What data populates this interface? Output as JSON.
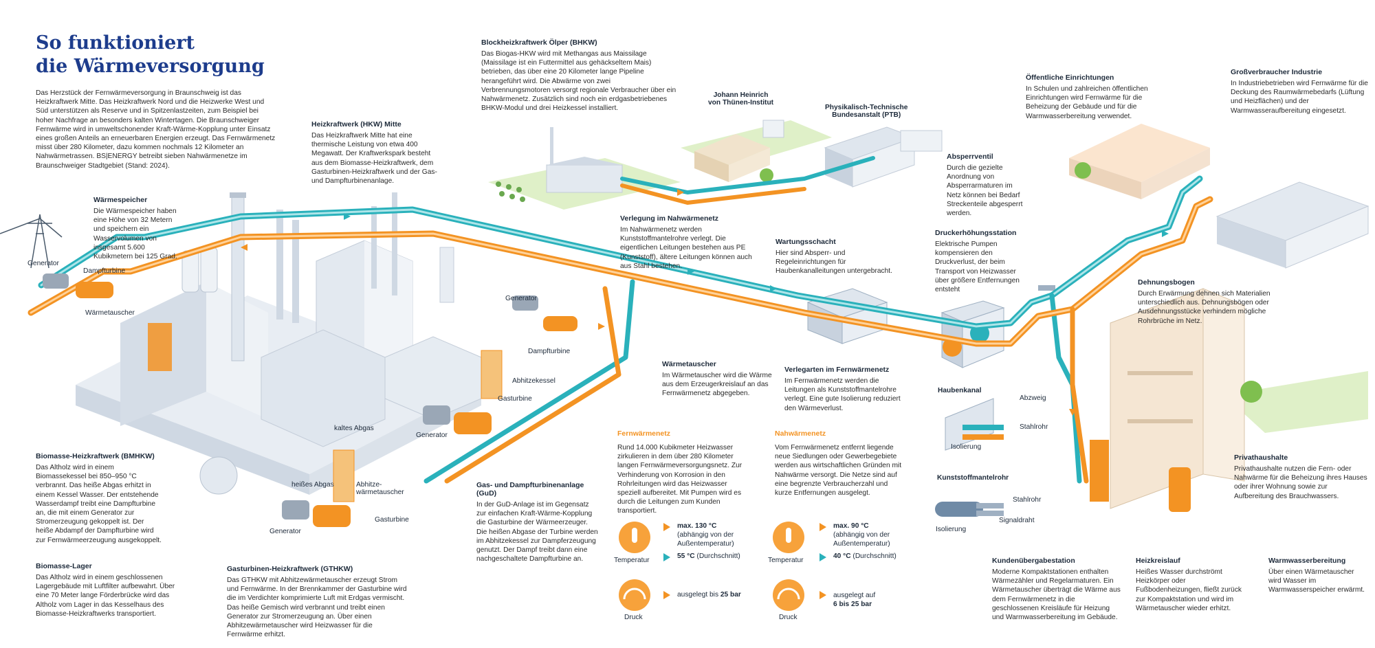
{
  "title": {
    "line1": "So funktioniert",
    "line2": "die Wärmeversorgung"
  },
  "intro": "Das Herzstück der Fernwärmeversorgung in Braunschweig ist das Heizkraftwerk Mitte. Das Heizkraftwerk Nord und die Heizwerke West und Süd unterstützen als Reserve und in Spitzenlastzeiten, zum Beispiel bei hoher Nachfrage an besonders kalten Wintertagen. Die Braunschweiger Fernwärme wird in umweltschonender Kraft-Wärme-Kopplung unter Einsatz eines großen Anteils an erneuerbaren Energien erzeugt. Das Fernwärmenetz misst über 280 Kilometer, dazu kommen nochmals 12 Kilometer an Nahwärmetrassen. BS|ENERGY betreibt sieben Nahwärmenetze im Braunschweiger Stadtgebiet (Stand: 2024).",
  "blocks": {
    "bhkw": {
      "title": "Blockheizkraftwerk Ölper (BHKW)",
      "text": "Das Biogas-HKW wird mit Methangas aus Maissilage (Maissilage ist ein Futtermittel aus gehäckseltem Mais) betrieben, das über eine 20 Kilometer lange Pipeline herangeführt wird. Die Abwärme von zwei Verbrennungsmotoren versorgt regionale Verbraucher über ein Nahwärmenetz. Zusätzlich sind noch ein erdgasbetriebenes BHKW-Modul und drei Heizkessel installiert."
    },
    "hkw": {
      "title": "Heizkraftwerk (HKW) Mitte",
      "text": "Das Heizkraftwerk Mitte hat eine thermische Leistung von etwa 400 Megawatt. Der Kraftwerkspark besteht aus dem Biomasse-Heizkraftwerk, dem Gasturbinen-Heizkraftwerk und der Gas- und Dampfturbinenanlage."
    },
    "waermespeicher": {
      "title": "Wärmespeicher",
      "text": "Die Wärmespeicher haben eine Höhe von 32 Metern und speichern ein Wasservolumen von insgesamt 5.600 Kubikmetern bei 125 Grad."
    },
    "oeffentlich": {
      "title": "Öffentliche Einrichtungen",
      "text": "In Schulen und zahlreichen öffentlichen Einrichtungen wird Fernwärme für die Beheizung der Gebäude und für die Warmwasserbereitung verwendet."
    },
    "industrie": {
      "title": "Großverbraucher Industrie",
      "text": "In Industriebetrieben wird Fernwärme für die Deckung des Raumwärmebedarfs (Lüftung und Heizflächen) und der Warmwasseraufbereitung eingesetzt."
    },
    "absperrventil": {
      "title": "Absperrventil",
      "text": "Durch die gezielte Anordnung von Absperrarmaturen im Netz können bei Bedarf Streckenteile abgesperrt werden."
    },
    "druckerhoehung": {
      "title": "Druckerhöhungsstation",
      "text": "Elektrische Pumpen kompensieren den Druckverlust, der beim Transport von Heizwasser über größere Entfernungen entsteht"
    },
    "dehnungsbogen": {
      "title": "Dehnungsbogen",
      "text": "Durch Erwärmung dehnen sich Materialien unterschiedlich aus. Dehnungsbögen oder Ausdehnungsstücke verhindern mögliche Rohrbrüche im Netz."
    },
    "verlegung_nah": {
      "title": "Verlegung im Nahwärmenetz",
      "text": "Im Nahwärmenetz werden Kunststoffmantelrohre verlegt. Die eigentlichen Leitungen bestehen aus PE (Kunststoff), ältere Leitungen können auch aus Stahl bestehen."
    },
    "wartungsschacht": {
      "title": "Wartungsschacht",
      "text": "Hier sind Absperr- und Regeleinrichtungen für Haubenkanalleitungen untergebracht."
    },
    "waermetauscher": {
      "title": "Wärmetauscher",
      "text": "Im Wärmetauscher wird die Wärme aus dem Erzeugerkreislauf an das Fernwärmenetz abgegeben."
    },
    "verlegarten": {
      "title": "Verlegarten im Fernwärmenetz",
      "text": "Im Fernwärmenetz werden die Leitungen als Kunststoffmantelrohre verlegt. Eine gute Isolierung reduziert den Wärmeverlust."
    },
    "bmhkw": {
      "title": "Biomasse-Heizkraftwerk (BMHKW)",
      "text": "Das Altholz wird in einem Biomassekessel bei 850–950 °C verbrannt. Das heiße Abgas erhitzt in einem Kessel Wasser. Der entstehende Wasserdampf treibt eine Dampfturbine an, die mit einem Generator zur Stromerzeugung gekoppelt ist. Der heiße Abdampf der Dampfturbine wird zur Fernwärmeerzeugung ausgekoppelt."
    },
    "biomasse_lager": {
      "title": "Biomasse-Lager",
      "text": "Das Altholz wird in einem geschlossenen Lagergebäude mit Luftfilter aufbewahrt. Über eine 70 Meter lange Förderbrücke wird das Altholz vom Lager in das Kesselhaus des Biomasse-Heizkraftwerks transportiert."
    },
    "gthkw": {
      "title": "Gasturbinen-Heizkraftwerk (GTHKW)",
      "text": "Das GTHKW mit Abhitzewärmetauscher erzeugt Strom und Fernwärme. In der Brennkammer der Gasturbine wird die im Verdichter komprimierte Luft mit Erdgas vermischt. Das heiße Gemisch wird verbrannt und treibt einen Generator zur Stromerzeugung an. Über einen Abhitzewärmetauscher wird Heizwasser für die Fernwärme erhitzt."
    },
    "gud": {
      "title": "Gas- und Dampfturbinenanlage (GuD)",
      "text": "In der GuD-Anlage ist im Gegensatz zur einfachen Kraft-Wärme-Kopplung die Gasturbine der Wärmeerzeuger. Die heißen Abgase der Turbine werden im Abhitzekessel zur Dampferzeugung genutzt. Der Dampf treibt dann eine nachgeschaltete Dampfturbine an."
    },
    "privathaushalte": {
      "title": "Privathaushalte",
      "text": "Privathaushalte nutzen die Fern- oder Nahwärme für die Beheizung ihres Hauses oder ihrer Wohnung sowie zur Aufbereitung des Brauchwassers."
    },
    "kundenuebergabe": {
      "title": "Kundenübergabestation",
      "text": "Moderne Kompaktstationen enthalten Wärmezähler und Regelarmaturen. Ein Wärmetauscher überträgt die Wärme aus dem Fernwärmenetz in die geschlossenen Kreisläufe für Heizung und Warmwasserbereitung im Gebäude."
    },
    "heizkreislauf": {
      "title": "Heizkreislauf",
      "text": "Heißes Wasser durchströmt Heizkörper oder Fußbodenheizungen, fließt zurück zur Kompaktstation und wird im Wärmetauscher wieder erhitzt."
    },
    "warmwasser": {
      "title": "Warmwasserbereitung",
      "text": "Über einen Wärmetauscher wird Wasser im Warmwasserspeicher erwärmt."
    }
  },
  "fernwaerme": {
    "title": "Fernwärmenetz",
    "text": "Rund 14.000 Kubikmeter Heizwasser zirkulieren in dem über 280 Kilometer langen Fernwärmeversorgungsnetz. Zur Verhinderung von Korrosion in den Rohrleitungen wird das Heizwasser speziell aufbereitet. Mit Pumpen wird es durch die Leitungen zum Kunden transportiert.",
    "temp_label": "Temperatur",
    "temp_max_a": "max. 130 °C",
    "temp_max_b": "(abhängig von der",
    "temp_max_c": "Außentemperatur)",
    "temp_avg_val": "55 °C",
    "temp_avg_note": " (Durchschnitt)",
    "druck_label": "Druck",
    "druck_a": "ausgelegt bis ",
    "druck_b": "25 bar"
  },
  "nahwaerme": {
    "title": "Nahwärmenetz",
    "text": "Vom Fernwärmenetz entfernt liegende neue Siedlungen oder Gewerbegebiete werden aus wirtschaftlichen Gründen mit Nahwärme versorgt. Die Netze sind auf eine begrenzte Verbraucherzahl und kurze Entfernungen ausgelegt.",
    "temp_label": "Temperatur",
    "temp_max_a": "max. 90 °C",
    "temp_max_b": "(abhängig von der",
    "temp_max_c": "Außentemperatur)",
    "temp_avg_val": "40 °C",
    "temp_avg_note": " (Durchschnitt)",
    "druck_label": "Druck",
    "druck_a": "ausgelegt auf",
    "druck_b": "6 bis 25 bar"
  },
  "labels": {
    "generator1": "Generator",
    "dampfturbine1": "Dampfturbine",
    "waermetauscher1": "Wärmetauscher",
    "thuenen": "Johann Heinrich\nvon Thünen-Institut",
    "ptb": "Physikalisch-Technische\nBundesanstalt (PTB)",
    "generator2": "Generator",
    "dampfturbine2": "Dampfturbine",
    "abhitzekessel": "Abhitzekessel",
    "gasturbine1": "Gasturbine",
    "generator3": "Generator",
    "kaltes_abgas": "kaltes Abgas",
    "heisses_abgas": "heißes Abgas",
    "abhitze_wt": "Abhitze-\nwärmetauscher",
    "gasturbine2": "Gasturbine",
    "generator4": "Generator",
    "haubenkanal": "Haubenkanal",
    "abzweig": "Abzweig",
    "stahlrohr1": "Stahlrohr",
    "isolierung1": "Isolierung",
    "kunststoffmantelrohr": "Kunststoffmantelrohr",
    "stahlrohr2": "Stahlrohr",
    "signaldraht": "Signaldraht",
    "isolierung2": "Isolierung"
  },
  "colors": {
    "title": "#1d3c8c",
    "orange": "#f39323",
    "teal": "#2ab1bb",
    "building": "#dfe6ee"
  }
}
